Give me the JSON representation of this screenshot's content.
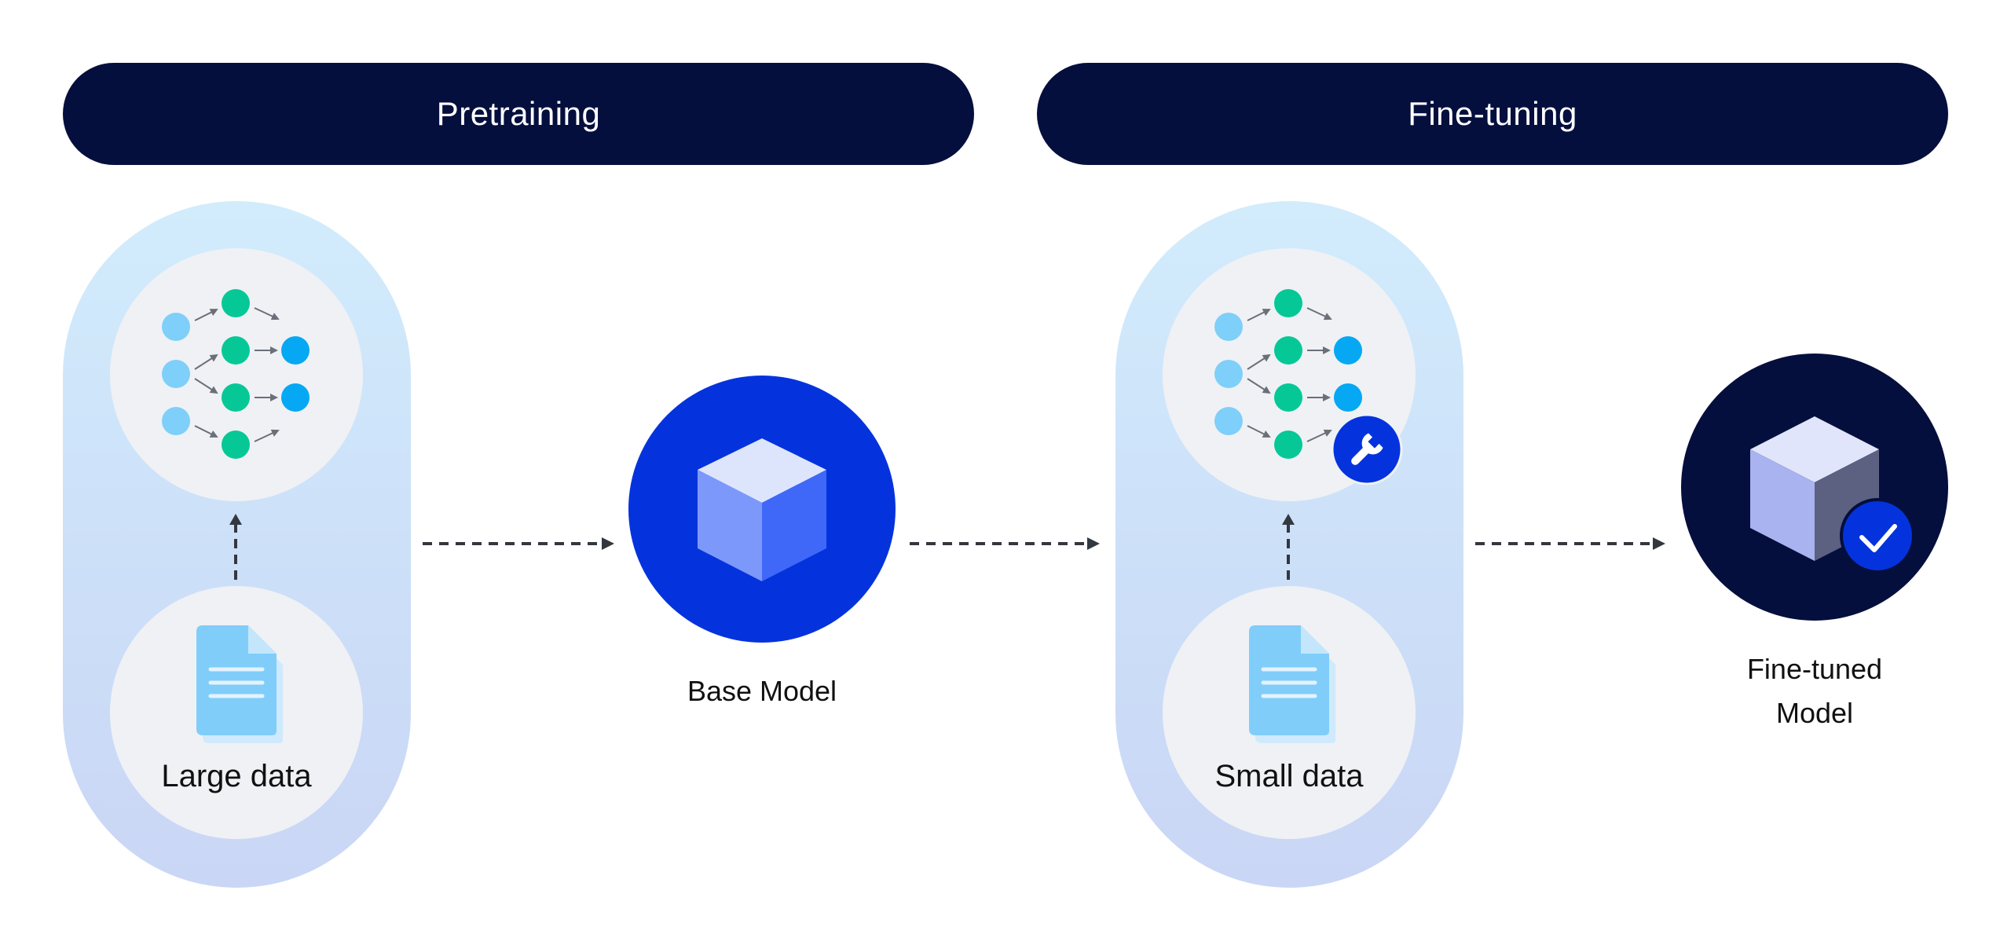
{
  "stages": {
    "pretraining": "Pretraining",
    "finetuning": "Fine-tuning"
  },
  "nodes": {
    "large_data": "Large data",
    "small_data": "Small data",
    "base_model": "Base Model",
    "fine_tuned_line1": "Fine-tuned",
    "fine_tuned_line2": "Model"
  },
  "icons": [
    "neural-network-icon",
    "document-icon",
    "cube-icon",
    "wrench-icon",
    "check-icon"
  ],
  "colors": {
    "header_bg": "#050f3d",
    "pill_top": "#d2ecfc",
    "pill_bottom": "#cad6f5",
    "inner_circle": "#eff1f5",
    "base_model_circle": "#0433dd",
    "fine_tuned_circle": "#050f3d",
    "node_light_blue": "#7ecff9",
    "node_green": "#06c897",
    "node_blue": "#06a8f4",
    "document": "#80cdfa"
  }
}
